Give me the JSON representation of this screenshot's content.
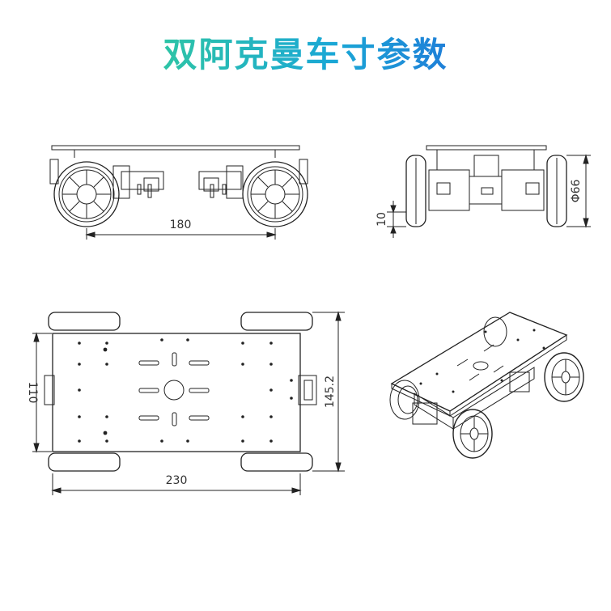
{
  "title": "双阿克曼车寸参数",
  "dimensions": {
    "wheelbase_front": "180",
    "ground_clearance": "10",
    "wheel_diameter": "Φ66",
    "width_plate": "110",
    "track_width": "145.2",
    "length": "230"
  },
  "colors": {
    "title_start": "#2ec4a6",
    "title_end": "#1f7fd8",
    "line": "#222222"
  }
}
